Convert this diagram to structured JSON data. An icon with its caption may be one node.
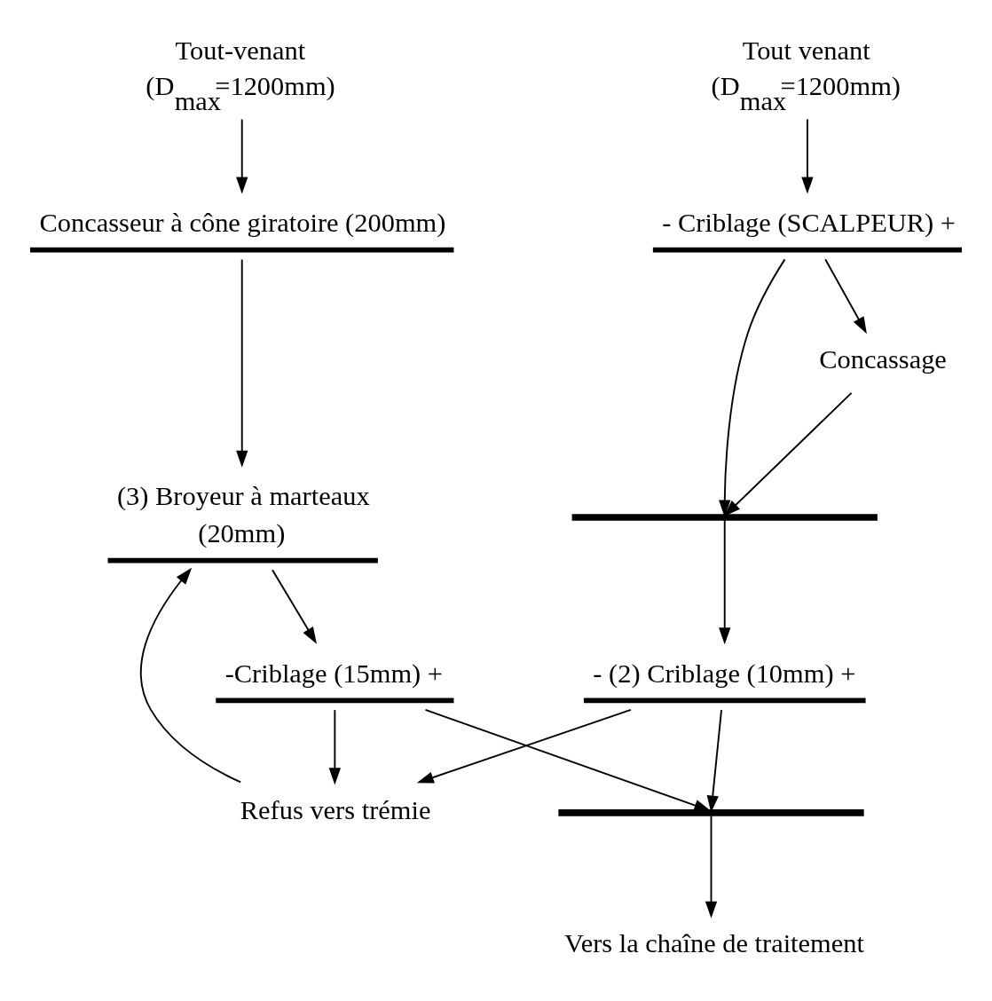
{
  "diagram": {
    "nodes": [
      {
        "text": [
          "Tout-venant",
          "(D$_{max}$=1200mm)"
        ]
      },
      {
        "text": [
          "Concasseur à cône giratoire (200mm)"
        ]
      },
      {
        "text": [
          "(3) Broyeur à marteaux",
          "(20mm)"
        ]
      },
      {
        "text": [
          "-Criblage (15mm) +"
        ]
      },
      {
        "text": [
          "Refus vers trémie"
        ]
      },
      {
        "text": [
          "Tout venant",
          "(D$_{max}$=1200mm)"
        ]
      },
      {
        "text": [
          "- Criblage (SCALPEUR) +"
        ]
      },
      {
        "text": [
          "Concassage"
        ]
      },
      {
        "text": [],
        "shape": "bar"
      },
      {
        "text": [
          "- (2) Criblage (10mm) +"
        ]
      },
      {
        "text": [],
        "shape": "bar"
      },
      {
        "text": [
          "Vers la chaîne de traitement"
        ]
      }
    ],
    "edges": [
      {
        "from": 0,
        "to": 1,
        "arrow": "to"
      },
      {
        "from": 1,
        "to": 2,
        "arrow": "to"
      },
      {
        "from": 2,
        "to": 3,
        "arrow": "to"
      },
      {
        "from": 3,
        "to": 4,
        "arrow": "to"
      },
      {
        "from": 4,
        "to": 2,
        "arrow": "to"
      },
      {
        "from": 5,
        "to": 6,
        "arrow": "to"
      },
      {
        "from": 6,
        "to": 7,
        "arrow": "to"
      },
      {
        "from": 6,
        "to": 8,
        "arrow": "to"
      },
      {
        "from": 7,
        "to": 8,
        "arrow": "to"
      },
      {
        "from": 8,
        "to": 9,
        "arrow": "to"
      },
      {
        "from": 9,
        "to": 4,
        "arrow": "to"
      },
      {
        "from": 3,
        "to": 10,
        "arrow": "to"
      },
      {
        "from": 9,
        "to": 10,
        "arrow": "to"
      },
      {
        "from": 10,
        "to": 11,
        "arrow": "to"
      }
    ]
  }
}
